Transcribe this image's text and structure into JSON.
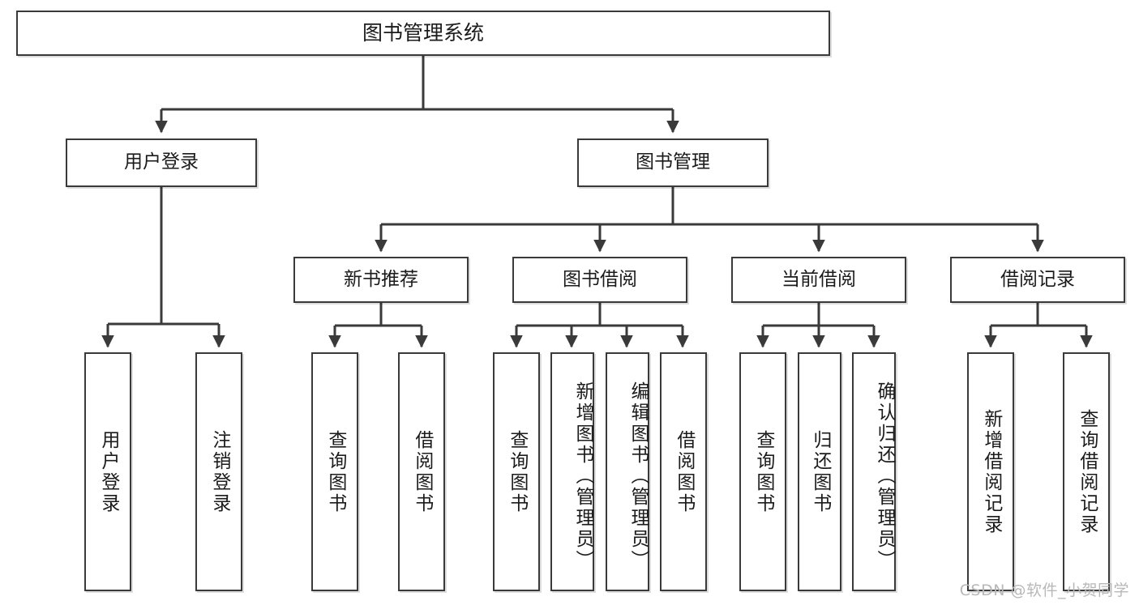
{
  "diagram": {
    "type": "tree-hierarchy-chart",
    "title": "图书管理系统",
    "stroke_color": "#3a3a3a",
    "fill_color": "#ffffff",
    "text_color": "#1b1b1b"
  },
  "root": {
    "label": "图书管理系统"
  },
  "level2": [
    {
      "label": "用户登录"
    },
    {
      "label": "图书管理"
    }
  ],
  "level3": [
    {
      "label": "新书推荐"
    },
    {
      "label": "图书借阅"
    },
    {
      "label": "当前借阅"
    },
    {
      "label": "借阅记录"
    }
  ],
  "leaves": {
    "login": [
      {
        "label": "用户登录"
      },
      {
        "label": "注销登录"
      }
    ],
    "newbook": [
      {
        "label": "查询图书"
      },
      {
        "label": "借阅图书"
      }
    ],
    "borrow": [
      {
        "label": "查询图书"
      },
      {
        "label": "新增图书（管理员）"
      },
      {
        "label": "编辑图书（管理员）"
      },
      {
        "label": "借阅图书"
      }
    ],
    "current": [
      {
        "label": "查询图书"
      },
      {
        "label": "归还图书"
      },
      {
        "label": "确认归还（管理员）"
      }
    ],
    "record": [
      {
        "label": "新增借阅记录"
      },
      {
        "label": "查询借阅记录"
      }
    ]
  },
  "watermark": {
    "text": "CSDN @软件_小贺同学"
  }
}
